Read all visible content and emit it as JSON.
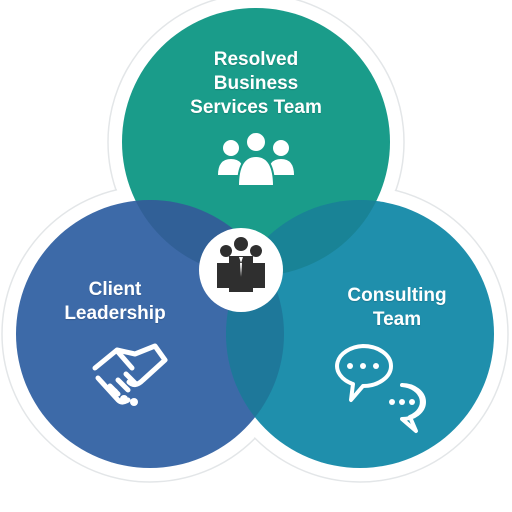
{
  "circles": {
    "top": {
      "label_lines": [
        "Resolved",
        "Business",
        "Services Team"
      ],
      "color": "#1a9c8a",
      "icon": "team-group-icon"
    },
    "left": {
      "label_lines": [
        "Client",
        "Leadership"
      ],
      "color": "#3d6aa8",
      "icon": "handshake-icon"
    },
    "right": {
      "label_lines": [
        "Consulting",
        "Team"
      ],
      "color": "#1f8fac",
      "icon": "chat-bubbles-icon"
    }
  },
  "center": {
    "icon": "business-people-icon",
    "icon_color": "#2f2f2f",
    "fill": "#ffffff"
  },
  "ring_color": "#e3e6e8"
}
